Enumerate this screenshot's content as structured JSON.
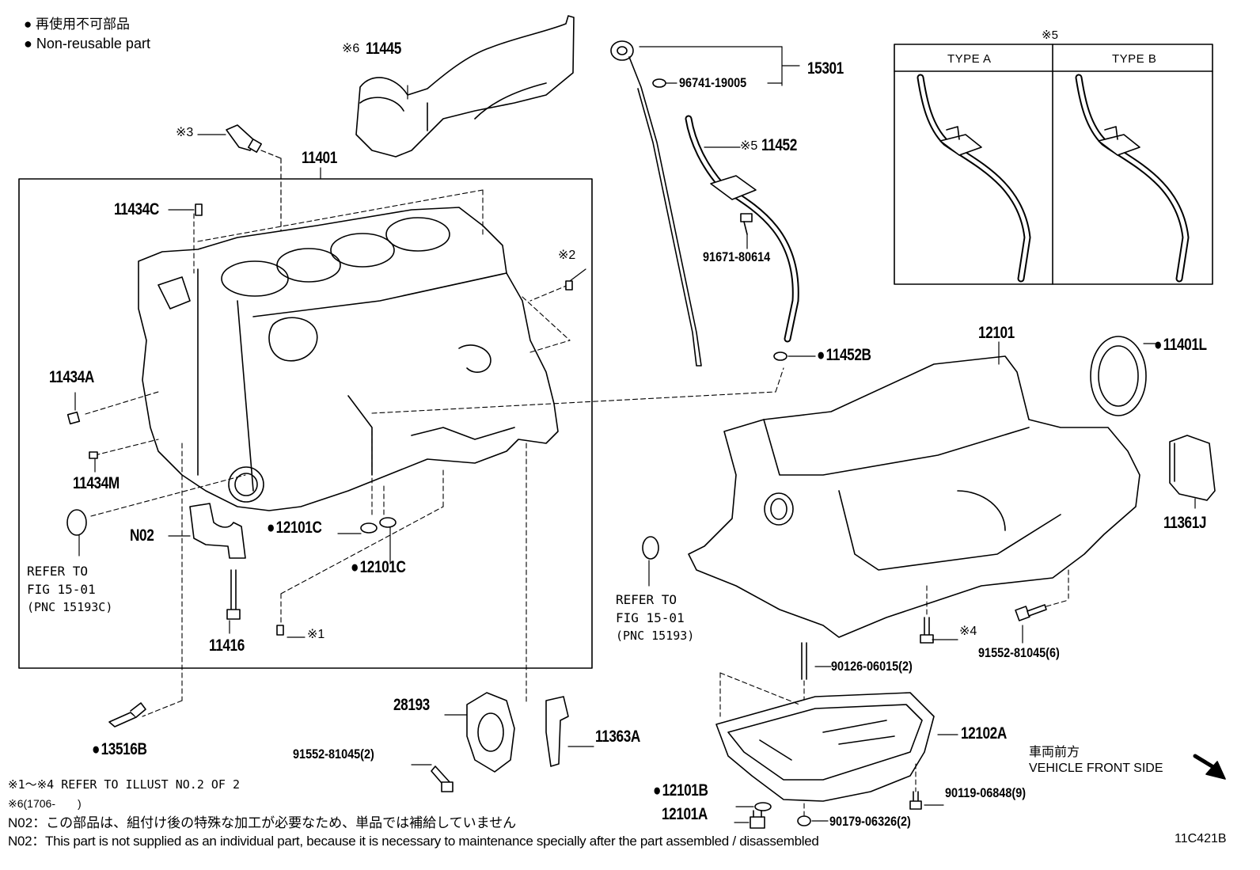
{
  "legend": {
    "line_jp": "● 再使用不可部品",
    "line_en": "● Non-reusable part"
  },
  "parts": {
    "p11445": "11445",
    "p11445_note": "※6",
    "p15301": "15301",
    "p96741": "96741-19005",
    "p11452": "11452",
    "p11452_note": "※5",
    "p91671": "91671-80614",
    "p11401": "11401",
    "p11434C": "11434C",
    "note3": "※3",
    "note2": "※2",
    "note1": "※1",
    "note4": "※4",
    "p11434A": "11434A",
    "p11434M": "11434M",
    "pN02": "N02",
    "p12101C_a": "12101C",
    "p12101C_b": "12101C",
    "p11416": "11416",
    "p13516B": "13516B",
    "p11452B": "11452B",
    "p12101": "12101",
    "p11401L": "11401L",
    "p11361J": "11361J",
    "p91552_6": "91552-81045(6)",
    "p90126": "90126-06015(2)",
    "p12102A": "12102A",
    "p90119": "90119-06848(9)",
    "p90179": "90179-06326(2)",
    "p12101B": "12101B",
    "p12101A": "12101A",
    "p28193": "28193",
    "p11363A": "11363A",
    "p91552_2": "91552-81045(2)"
  },
  "refer_left": [
    "REFER TO",
    "FIG 15-01",
    "(PNC 15193C)"
  ],
  "refer_right": [
    "REFER TO",
    "FIG 15-01",
    "(PNC 15193)"
  ],
  "type_box": {
    "note": "※5",
    "type_a": "TYPE A",
    "type_b": "TYPE B"
  },
  "front": {
    "jp": "車両前方",
    "en": "VEHICLE FRONT SIDE"
  },
  "footer": {
    "line1": "※1～※4 REFER TO ILLUST NO.2 OF 2",
    "line2": "※6(1706-　　)",
    "line3": "N02：この部品は、組付け後の特殊な加工が必要なため、単品では補給していません",
    "line4": "N02：This part is not supplied as an individual part, because it is necessary to maintenance specially after the part assembled / disassembled",
    "code": "11C421B"
  }
}
